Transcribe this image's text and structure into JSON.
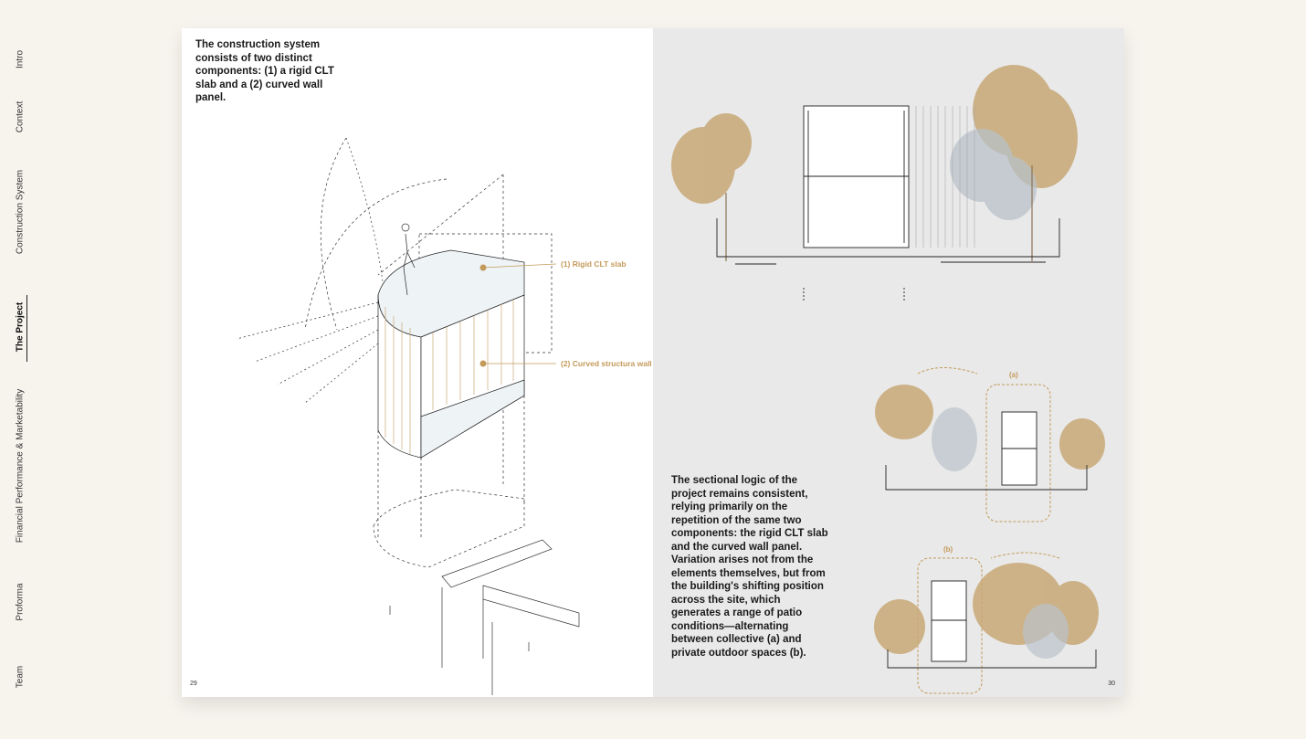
{
  "nav": {
    "items": [
      {
        "label": "Intro",
        "active": false
      },
      {
        "label": "Context",
        "active": false
      },
      {
        "label": "Construction System",
        "active": false
      },
      {
        "label": "The Project",
        "active": true
      },
      {
        "label": "Financial Performance & Marketability",
        "active": false
      },
      {
        "label": "Proforma",
        "active": false
      },
      {
        "label": "Team",
        "active": false
      }
    ]
  },
  "left_page": {
    "intro_text": "The construction system consists of two distinct components: (1) a rigid CLT slab and a (2) curved wall panel.",
    "callout_1": "(1) Rigid CLT slab",
    "callout_2": "(2) Curved structura wall",
    "page_number": "29"
  },
  "right_page": {
    "section_text": "The sectional logic of the project remains consistent, relying primarily on the repetition of the same two components: the rigid CLT slab and the curved wall panel. Variation arises not from the elements themselves, but from the building's shifting position across the site, which generates a range of patio conditions—alternating between collective (a) and private outdoor spaces (b).",
    "label_a": "(a)",
    "label_b": "(b)",
    "page_number": "30"
  },
  "colors": {
    "accent": "#c49a5a",
    "tree": "#c8a876",
    "tree_grey": "#b9c2c9",
    "line": "#222222",
    "page_right_bg": "#e9e9e9",
    "background": "#f7f4ee"
  }
}
